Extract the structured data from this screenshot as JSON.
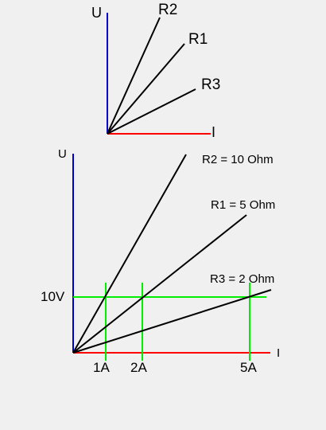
{
  "top_diagram": {
    "y_axis_label": "U",
    "x_axis_label": "I",
    "lines": [
      {
        "label": "R2"
      },
      {
        "label": "R1"
      },
      {
        "label": "R3"
      }
    ]
  },
  "bottom_diagram": {
    "y_axis_label": "U",
    "x_axis_label": "I",
    "voltage_marker": "10V",
    "current_markers": [
      "1A",
      "2A",
      "5A"
    ],
    "lines": [
      {
        "label": "R2 = 10 Ohm",
        "resistance_ohm": 10
      },
      {
        "label": "R1 = 5 Ohm",
        "resistance_ohm": 5
      },
      {
        "label": "R3 = 2 Ohm",
        "resistance_ohm": 2
      }
    ]
  },
  "colors": {
    "background": "#f0f0f0",
    "voltage_axis": "#0000cc",
    "current_axis": "#ff0000",
    "guide_lines": "#00ee00",
    "characteristic_lines": "#000000"
  }
}
